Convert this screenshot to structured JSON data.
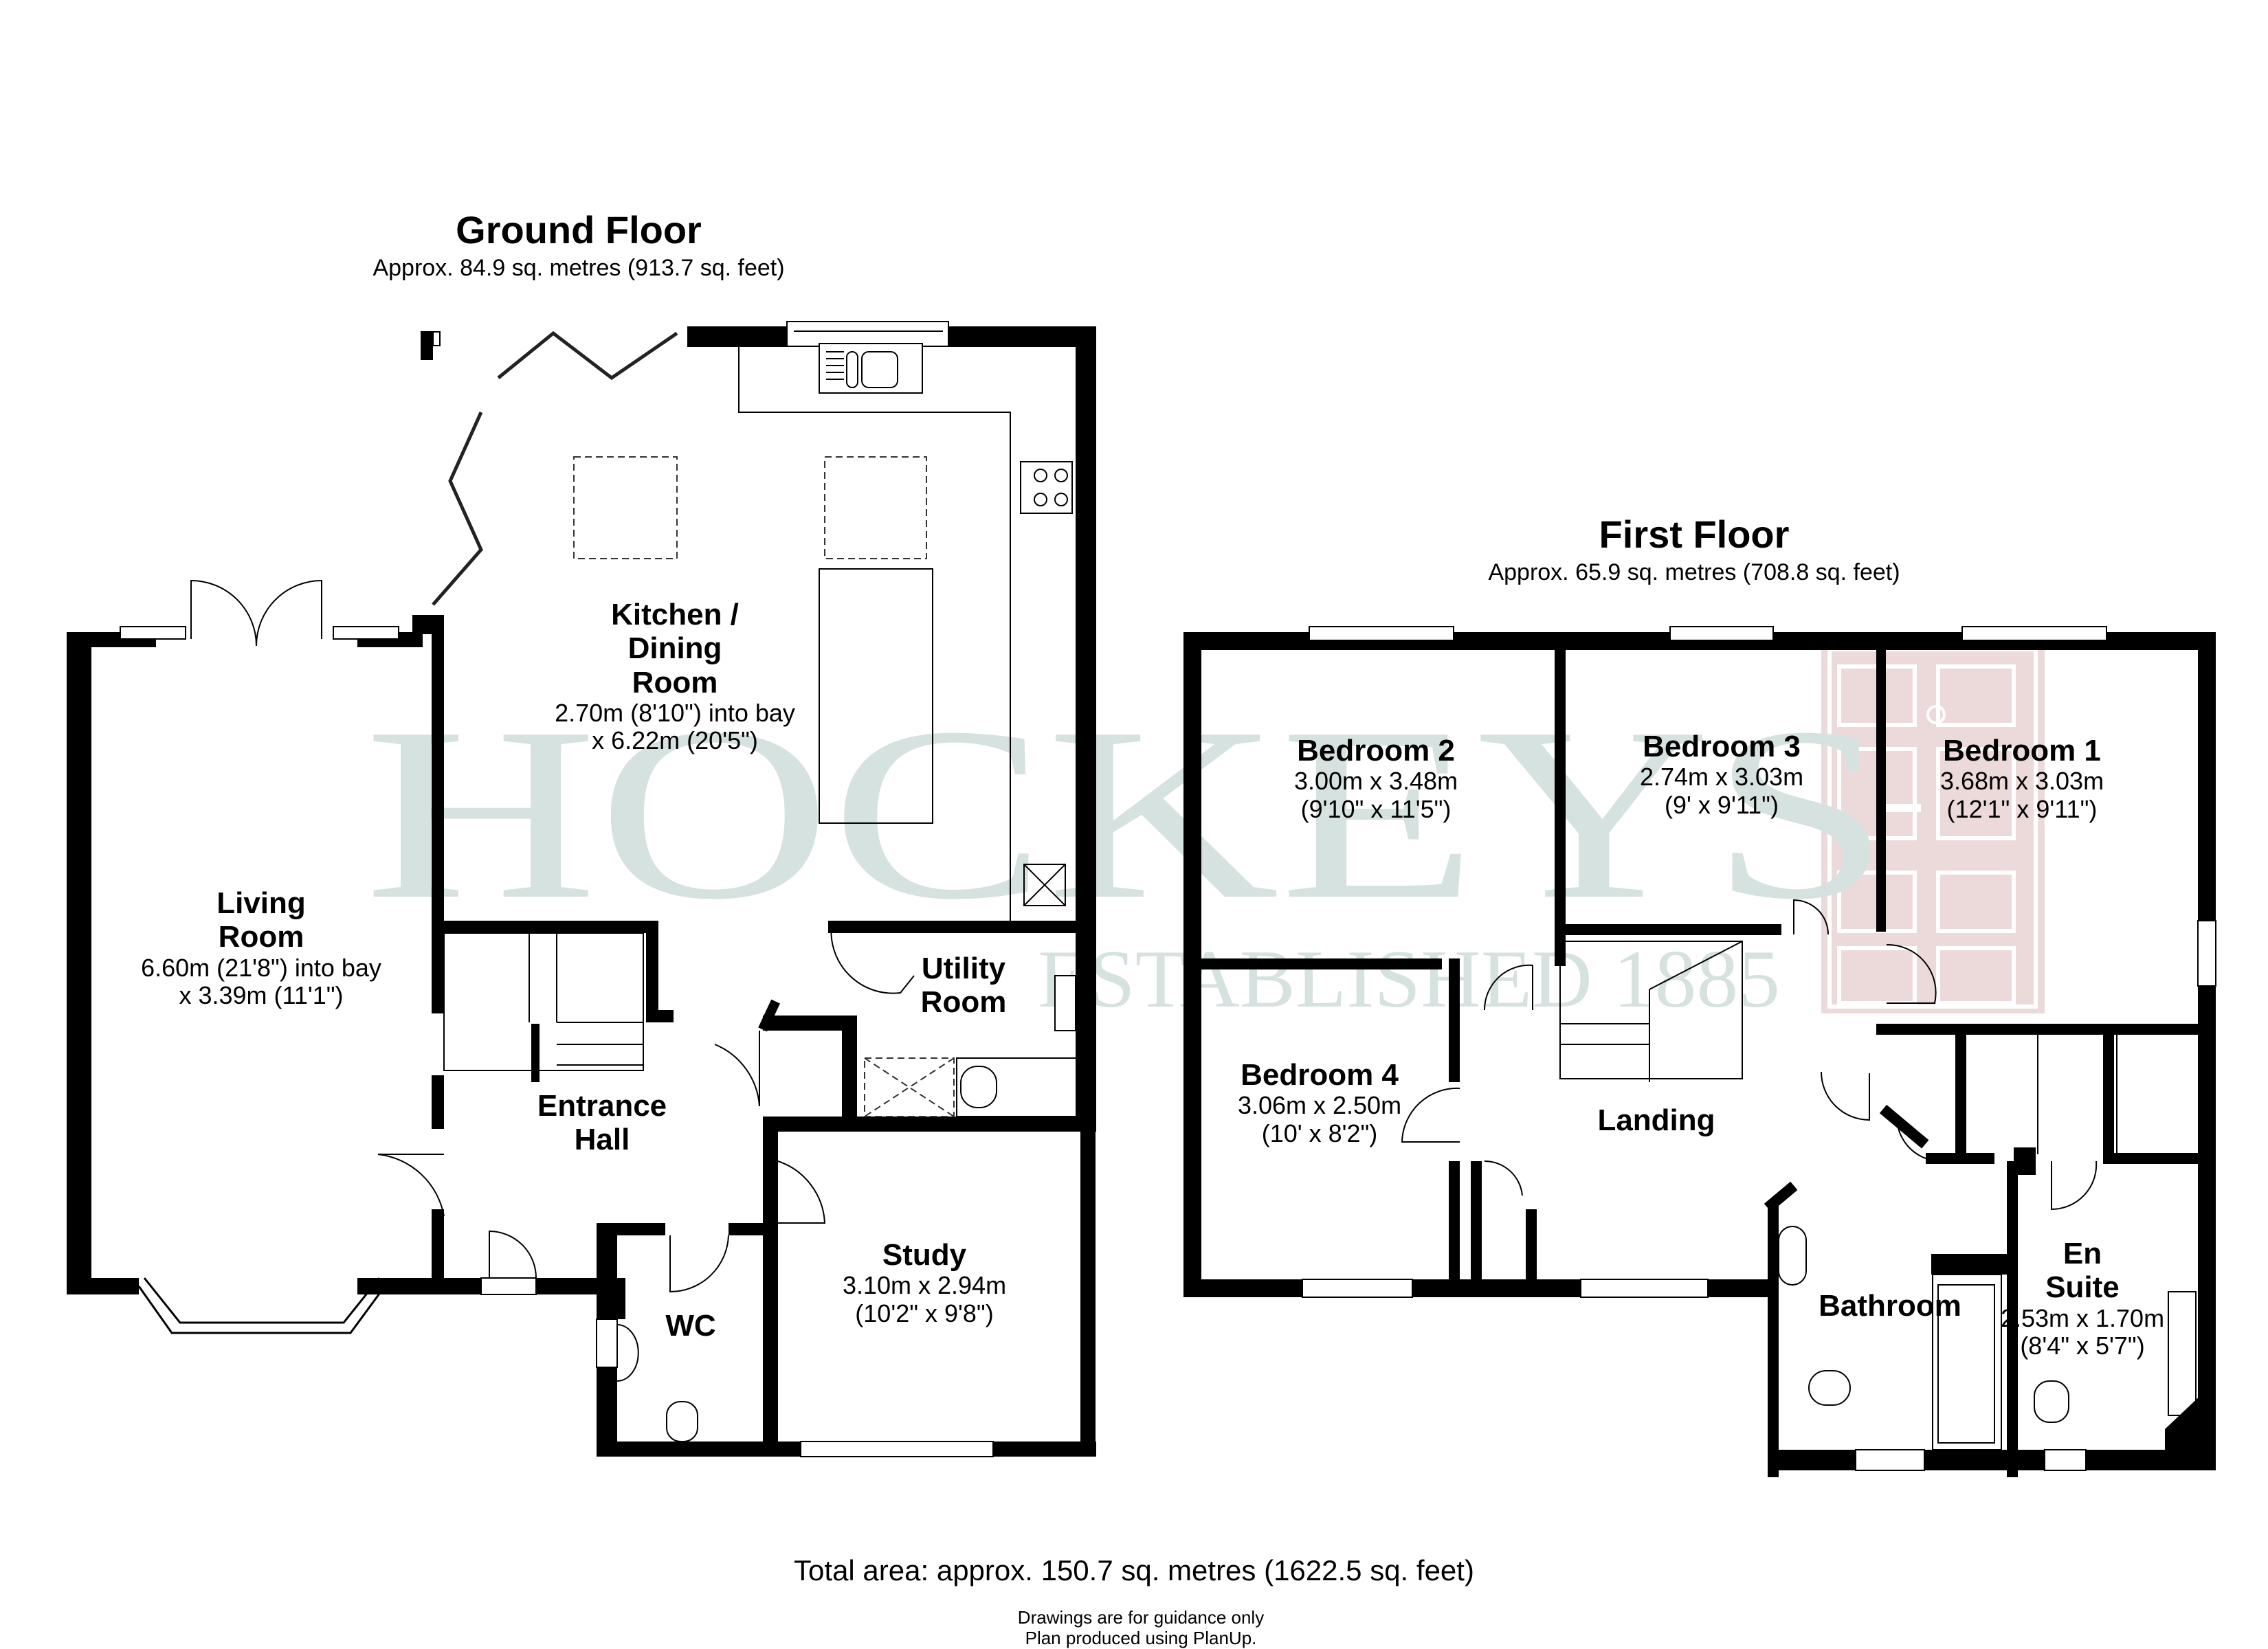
{
  "watermark": {
    "brand": "HOCKEYS",
    "tagline": "ESTABLISHED 1885",
    "colors": {
      "text": "#d6e2df",
      "door_logo": "#ecdadb"
    }
  },
  "ground_floor": {
    "title": "Ground Floor",
    "area": "Approx. 84.9 sq. metres (913.7 sq. feet)",
    "rooms": [
      {
        "name": "Kitchen / Dining Room",
        "lines": [
          "Kitchen /",
          "Dining",
          "Room"
        ],
        "dims": [
          "2.70m (8'10\") into bay",
          "x 6.22m (20'5\")"
        ]
      },
      {
        "name": "Living Room",
        "lines": [
          "Living",
          "Room"
        ],
        "dims": [
          "6.60m (21'8\") into bay",
          "x 3.39m (11'1\")"
        ]
      },
      {
        "name": "Utility Room",
        "lines": [
          "Utility",
          "Room"
        ],
        "dims": []
      },
      {
        "name": "Entrance Hall",
        "lines": [
          "Entrance",
          "Hall"
        ],
        "dims": []
      },
      {
        "name": "WC",
        "lines": [
          "WC"
        ],
        "dims": []
      },
      {
        "name": "Study",
        "lines": [
          "Study"
        ],
        "dims": [
          "3.10m x 2.94m",
          "(10'2\" x 9'8\")"
        ]
      }
    ]
  },
  "first_floor": {
    "title": "First Floor",
    "area": "Approx. 65.9 sq. metres (708.8 sq. feet)",
    "rooms": [
      {
        "name": "Bedroom 2",
        "lines": [
          "Bedroom 2"
        ],
        "dims": [
          "3.00m x 3.48m",
          "(9'10\" x 11'5\")"
        ]
      },
      {
        "name": "Bedroom 3",
        "lines": [
          "Bedroom 3"
        ],
        "dims": [
          "2.74m x 3.03m",
          "(9' x 9'11\")"
        ]
      },
      {
        "name": "Bedroom 1",
        "lines": [
          "Bedroom 1"
        ],
        "dims": [
          "3.68m x 3.03m",
          "(12'1\" x 9'11\")"
        ]
      },
      {
        "name": "Bedroom 4",
        "lines": [
          "Bedroom 4"
        ],
        "dims": [
          "3.06m x 2.50m",
          "(10' x 8'2\")"
        ]
      },
      {
        "name": "Landing",
        "lines": [
          "Landing"
        ],
        "dims": []
      },
      {
        "name": "Bathroom",
        "lines": [
          "Bathroom"
        ],
        "dims": []
      },
      {
        "name": "En Suite",
        "lines": [
          "En",
          "Suite"
        ],
        "dims": [
          "2.53m x 1.70m",
          "(8'4\" x 5'7\")"
        ]
      }
    ]
  },
  "footer": {
    "total_area": "Total area: approx. 150.7 sq. metres (1622.5 sq. feet)",
    "disclaimer": "Drawings are for guidance only",
    "credit": "Plan produced using PlanUp."
  }
}
